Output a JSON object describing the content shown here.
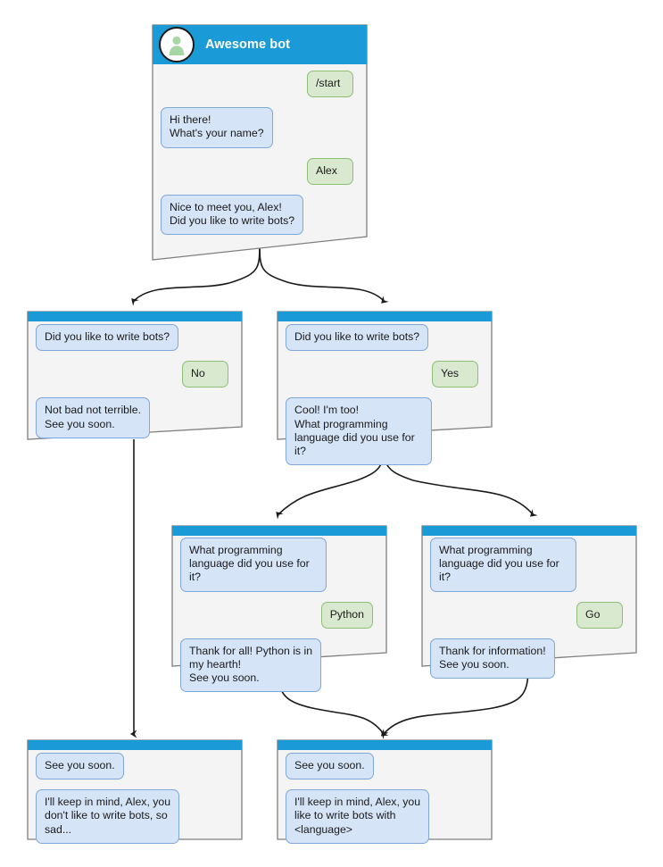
{
  "diagram": {
    "type": "chatbot-conversation-flowchart",
    "colors": {
      "header_blue": "#1a9bd7",
      "node_background": "#f4f4f4",
      "node_border": "#808080",
      "bot_bubble_fill": "#d5e4f7",
      "bot_bubble_border": "#7ea7da",
      "user_bubble_fill": "#d9e9d0",
      "user_bubble_border": "#8cbf74",
      "edge_color": "#1a1a1a",
      "avatar_person": "#a6d6a6",
      "title_text": "#ffffff"
    }
  },
  "nodes": {
    "root": {
      "title": "Awesome bot",
      "avatar_icon": "person-avatar-icon",
      "messages": [
        {
          "side": "right",
          "sender": "user",
          "text": "/start"
        },
        {
          "side": "left",
          "sender": "bot",
          "text": "Hi there!\nWhat's your name?"
        },
        {
          "side": "right",
          "sender": "user",
          "text": "Alex"
        },
        {
          "side": "left",
          "sender": "bot",
          "text": "Nice to meet you, Alex!\nDid you like to write bots?"
        }
      ]
    },
    "no_branch": {
      "messages": [
        {
          "side": "left",
          "sender": "bot",
          "text": "Did you like to write bots?"
        },
        {
          "side": "right",
          "sender": "user",
          "text": "No"
        },
        {
          "side": "left",
          "sender": "bot",
          "text": "Not bad not terrible.\nSee you soon."
        }
      ]
    },
    "yes_branch": {
      "messages": [
        {
          "side": "left",
          "sender": "bot",
          "text": "Did you like to write bots?"
        },
        {
          "side": "right",
          "sender": "user",
          "text": "Yes"
        },
        {
          "side": "left",
          "sender": "bot",
          "text": "Cool! I'm too!\nWhat programming\nlanguage did you use for it?"
        }
      ]
    },
    "python_branch": {
      "messages": [
        {
          "side": "left",
          "sender": "bot",
          "text": "What programming\nlanguage did you use for it?"
        },
        {
          "side": "right",
          "sender": "user",
          "text": "Python"
        },
        {
          "side": "left",
          "sender": "bot",
          "text": "Thank for all! Python is in\nmy hearth!\nSee you soon."
        }
      ]
    },
    "go_branch": {
      "messages": [
        {
          "side": "left",
          "sender": "bot",
          "text": "What programming\nlanguage did you use for it?"
        },
        {
          "side": "right",
          "sender": "user",
          "text": "Go"
        },
        {
          "side": "left",
          "sender": "bot",
          "text": "Thank for information!\nSee you soon."
        }
      ]
    },
    "end_no": {
      "messages": [
        {
          "side": "left",
          "sender": "bot",
          "text": "See you soon."
        },
        {
          "side": "left",
          "sender": "bot",
          "text": "I'll keep in mind, Alex, you\ndon't like to write bots, so\nsad..."
        }
      ]
    },
    "end_yes": {
      "messages": [
        {
          "side": "left",
          "sender": "bot",
          "text": "See you soon."
        },
        {
          "side": "left",
          "sender": "bot",
          "text": "I'll keep in mind, Alex, you\nlike to write bots with\n<language>"
        }
      ]
    }
  }
}
